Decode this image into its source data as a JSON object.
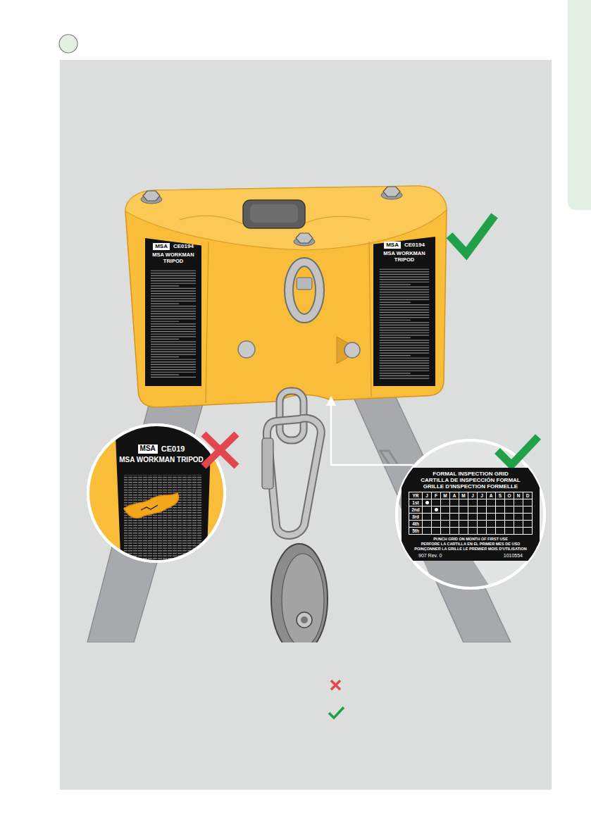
{
  "diagram": {
    "nodes": [
      {
        "text": [
          "MSA",
          "MSA WORKMAN TRIPOD",
          "CE0194"
        ]
      },
      {
        "text": [
          "MSA",
          "MSA WORKMAN TRIPOD",
          "CE0194"
        ]
      },
      {
        "text": [
          "MSA",
          "MSA WORKMAN TRIPOD",
          "CE019"
        ]
      },
      {
        "text": [
          "FORMAL INSPECTION GRID",
          "CARTILLA DE INSPECCIÓN FORMAL",
          "GRILLE D'INSPECTION FORMELLE",
          "YR",
          "J",
          "F",
          "M",
          "A",
          "M",
          "J",
          "J",
          "A",
          "S",
          "O",
          "N",
          "D",
          "1st",
          "2nd",
          "3rd",
          "4th",
          "5th",
          "PUNCH GRID ON MONTH OF FIRST USE",
          "PERFORE LA CARTILLA EN EL PRIMER MES DE USO",
          "POINÇONNER LA GRILLE LE PREMIER MOIS D'UTILISATION",
          "907 Rev. 0",
          "1010554"
        ]
      }
    ]
  }
}
